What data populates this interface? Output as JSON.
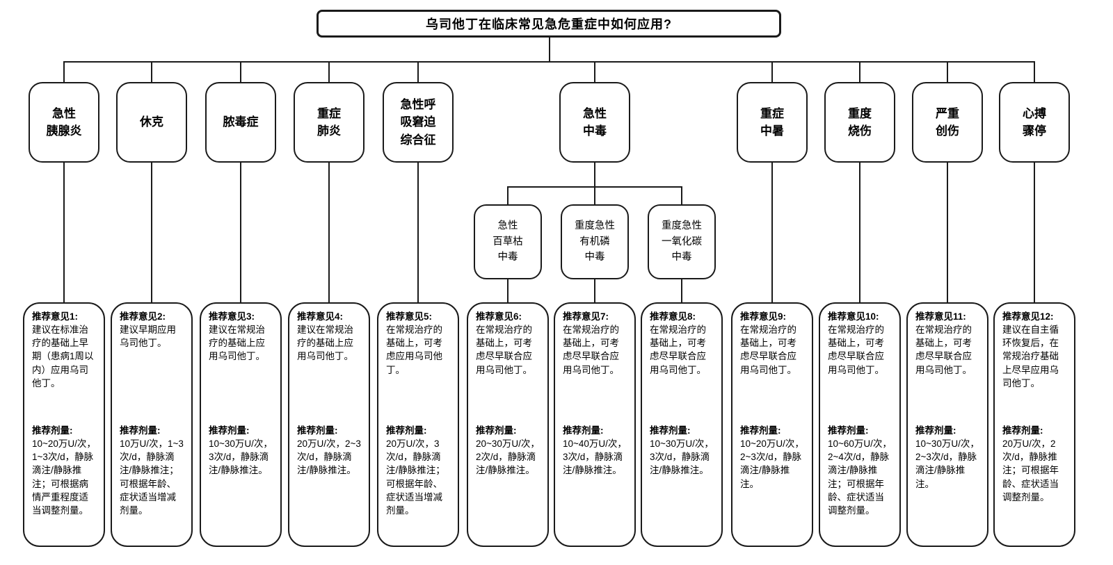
{
  "palette": {
    "line": "#1a1a1a",
    "background": "#ffffff",
    "text": "#000000"
  },
  "title": "乌司他丁在临床常见急危重症中如何应用?",
  "conditions": [
    {
      "label": "急性\n胰腺炎"
    },
    {
      "label": "休克"
    },
    {
      "label": "脓毒症"
    },
    {
      "label": "重症\n肺炎"
    },
    {
      "label": "急性呼\n吸窘迫\n综合征"
    },
    {
      "label": "急性\n中毒"
    },
    {
      "label": "重症\n中暑"
    },
    {
      "label": "重度\n烧伤"
    },
    {
      "label": "严重\n创伤"
    },
    {
      "label": "心搏\n骤停"
    }
  ],
  "poisoning_subtypes": [
    {
      "label": "急性\n百草枯\n中毒"
    },
    {
      "label": "重度急性\n有机磷\n中毒"
    },
    {
      "label": "重度急性\n一氧化碳\n中毒"
    }
  ],
  "recommendations": [
    {
      "title": "推荐意见1:",
      "opinion": "建议在标准治疗的基础上早期（患病1周以内）应用乌司他丁。",
      "dose_title": "推荐剂量:",
      "dose": "10~20万U/次，1~3次/d，静脉滴注/静脉推注；可根据病情严重程度适当调整剂量。"
    },
    {
      "title": "推荐意见2:",
      "opinion": "建议早期应用乌司他丁。",
      "dose_title": "推荐剂量:",
      "dose": "10万U/次，1~3次/d，静脉滴注/静脉推注；可根据年龄、症状适当增减剂量。"
    },
    {
      "title": "推荐意见3:",
      "opinion": "建议在常规治疗的基础上应用乌司他丁。",
      "dose_title": "推荐剂量:",
      "dose": "10~30万U/次，3次/d，静脉滴注/静脉推注。"
    },
    {
      "title": "推荐意见4:",
      "opinion": "建议在常规治疗的基础上应用乌司他丁。",
      "dose_title": "推荐剂量:",
      "dose": "20万U/次，2~3次/d，静脉滴注/静脉推注。"
    },
    {
      "title": "推荐意见5:",
      "opinion": "在常规治疗的基础上，可考虑应用乌司他丁。",
      "dose_title": "推荐剂量:",
      "dose": "20万U/次，3次/d，静脉滴注/静脉推注；可根据年龄、症状适当增减剂量。"
    },
    {
      "title": "推荐意见6:",
      "opinion": "在常规治疗的基础上，可考虑尽早联合应用乌司他丁。",
      "dose_title": "推荐剂量:",
      "dose": "20~30万U/次，2次/d，静脉滴注/静脉推注。"
    },
    {
      "title": "推荐意见7:",
      "opinion": "在常规治疗的基础上，可考虑尽早联合应用乌司他丁。",
      "dose_title": "推荐剂量:",
      "dose": "10~40万U/次，3次/d，静脉滴注/静脉推注。"
    },
    {
      "title": "推荐意见8:",
      "opinion": "在常规治疗的基础上，可考虑尽早联合应用乌司他丁。",
      "dose_title": "推荐剂量:",
      "dose": "10~30万U/次，3次/d，静脉滴注/静脉推注。"
    },
    {
      "title": "推荐意见9:",
      "opinion": "在常规治疗的基础上，可考虑尽早联合应用乌司他丁。",
      "dose_title": "推荐剂量:",
      "dose": "10~20万U/次，2~3次/d，静脉滴注/静脉推注。"
    },
    {
      "title": "推荐意见10:",
      "opinion": "在常规治疗的基础上，可考虑尽早联合应用乌司他丁。",
      "dose_title": "推荐剂量:",
      "dose": "10~60万U/次，2~4次/d，静脉滴注/静脉推注；可根据年龄、症状适当调整剂量。"
    },
    {
      "title": "推荐意见11:",
      "opinion": "在常规治疗的基础上，可考虑尽早联合应用乌司他丁。",
      "dose_title": "推荐剂量:",
      "dose": "10~30万U/次，2~3次/d，静脉滴注/静脉推注。"
    },
    {
      "title": "推荐意见12:",
      "opinion": "建议在自主循环恢复后，在常规治疗基础上尽早应用乌司他丁。",
      "dose_title": "推荐剂量:",
      "dose": "20万U/次，2次/d，静脉推注；可根据年龄、症状适当调整剂量。"
    }
  ]
}
